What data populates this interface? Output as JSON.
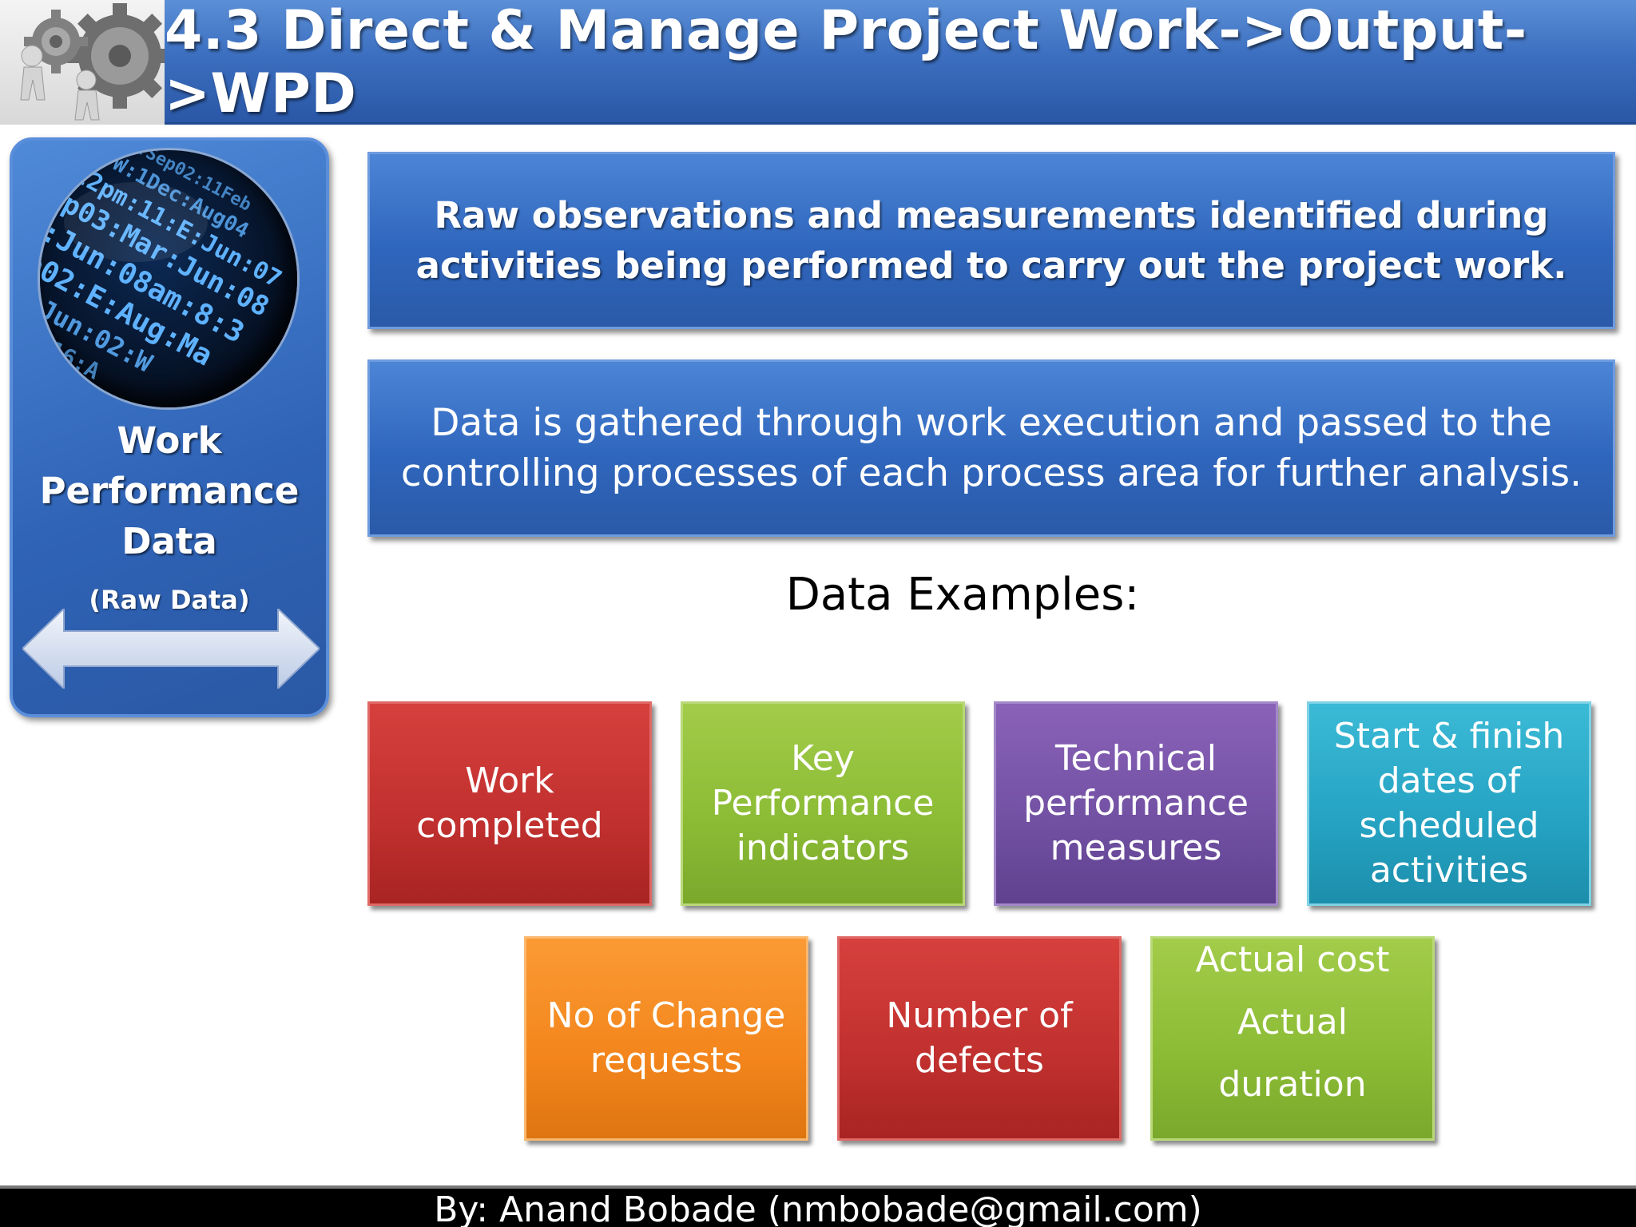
{
  "header": {
    "title": "4.3 Direct & Manage Project Work->Output->WPD",
    "logo_icon": "gears-figures-icon"
  },
  "left_panel": {
    "image_icon": "data-globe-icon",
    "title_lines": [
      "Work",
      "Performance",
      "Data"
    ],
    "subtitle": "(Raw Data)",
    "arrow_icon": "double-arrow-icon"
  },
  "descriptions": {
    "definition": "Raw observations and measurements identified during activities being performed to carry out the project work.",
    "flow": "Data is gathered through work execution and passed to the controlling processes of each process area for further analysis."
  },
  "examples": {
    "heading": "Data  Examples:",
    "items": [
      {
        "lines": [
          "Work",
          "completed"
        ],
        "color": "red"
      },
      {
        "lines": [
          "Key",
          "Performance",
          "indicators"
        ],
        "color": "green"
      },
      {
        "lines": [
          "Technical",
          "performance",
          "measures"
        ],
        "color": "purple"
      },
      {
        "lines": [
          "Start & finish",
          "dates of",
          "scheduled",
          "activities"
        ],
        "color": "teal"
      },
      {
        "lines": [
          "No of Change",
          "requests"
        ],
        "color": "orange"
      },
      {
        "lines": [
          "Number of",
          "defects"
        ],
        "color": "red"
      },
      {
        "lines": [
          "Actual cost",
          "Actual duration"
        ],
        "color": "green"
      }
    ]
  },
  "footer": {
    "credit": "By: Anand Bobade (nmbobade@gmail.com)"
  }
}
